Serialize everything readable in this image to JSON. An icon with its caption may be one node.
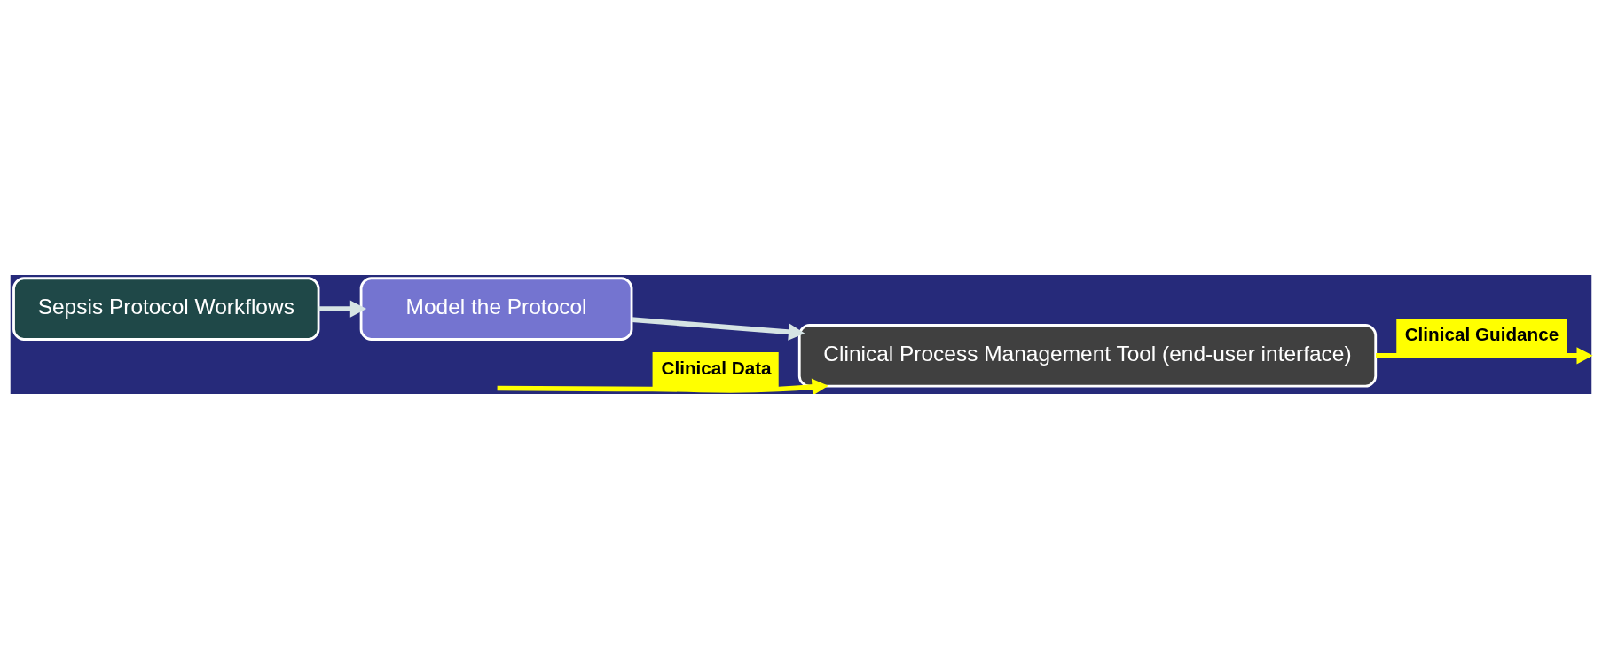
{
  "diagram": {
    "nodes": [
      {
        "text": [
          "Sepsis Protocol Workflows"
        ]
      },
      {
        "text": [
          "Model the Protocol"
        ]
      },
      {
        "text": [
          "Clinical Process Management Tool (end-user interface)"
        ]
      }
    ],
    "edges": [
      {
        "from": 0,
        "to": 1,
        "arrow": "to",
        "color": "#d6e4e4"
      },
      {
        "from": 1,
        "to": 2,
        "arrow": "to",
        "color": "#d6e4e4"
      },
      {
        "from": null,
        "to": 2,
        "arrow": "to",
        "label": "Clinical Data",
        "color": "#ffff00"
      },
      {
        "from": 2,
        "to": null,
        "arrow": "to",
        "label": "Clinical Guidance",
        "color": "#ffff00"
      }
    ]
  }
}
